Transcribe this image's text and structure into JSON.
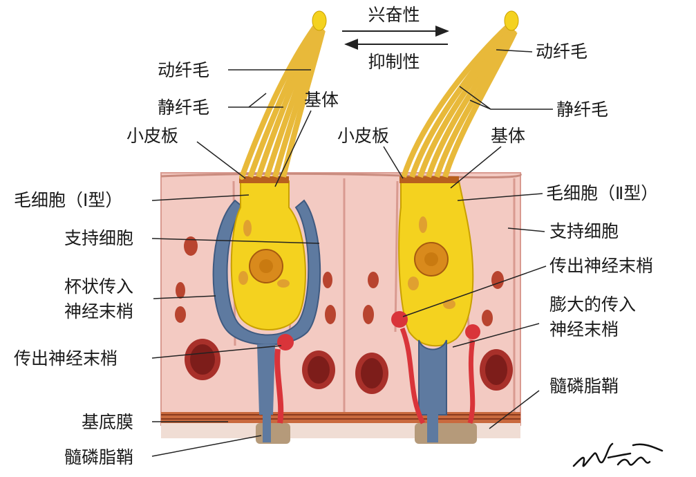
{
  "arrows": {
    "excitatory": "兴奋性",
    "inhibitory": "抑制性"
  },
  "left_cell": {
    "kinocilium": "动纤毛",
    "stereocilia": "静纤毛",
    "cuticular_plate": "小皮板",
    "basal_body": "基体",
    "hair_cell": "毛细胞（Ⅰ型）",
    "supporting_cell": "支持细胞",
    "calyx_afferent": [
      "杯状传入",
      "神经末梢"
    ],
    "efferent_ending": "传出神经末梢",
    "basement_membrane": "基底膜",
    "myelin_sheath": "髓磷脂鞘"
  },
  "right_cell": {
    "kinocilium": "动纤毛",
    "stereocilia": "静纤毛",
    "cuticular_plate": "小皮板",
    "basal_body": "基体",
    "hair_cell": "毛细胞（Ⅱ型）",
    "supporting_cell": "支持细胞",
    "efferent_ending": "传出神经末梢",
    "bouton_afferent": [
      "膨大的传入",
      "神经末梢"
    ],
    "myelin_sheath": "髓磷脂鞘"
  },
  "colors": {
    "tissue": "#f2c4bc",
    "tissue_edge": "#d99a90",
    "hair_cell": "#f4d21f",
    "hair_bundle": "#e8b93a",
    "nucleus": "#d98a1c",
    "afferent_nerve": "#5e7aa0",
    "efferent_nerve": "#d9343a",
    "organelle": "#b8442f"
  }
}
